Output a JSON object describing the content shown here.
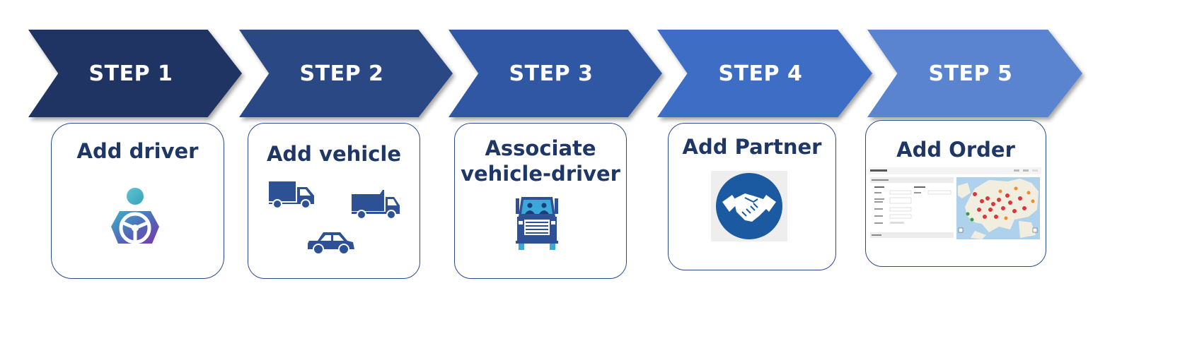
{
  "steps": [
    {
      "label": "STEP 1",
      "color": "#1f3462",
      "card_title": "Add driver",
      "icon": "driver-steering-wheel-icon"
    },
    {
      "label": "STEP 2",
      "color": "#2a4883",
      "card_title": "Add vehicle",
      "icon": "vehicles-icon"
    },
    {
      "label": "STEP 3",
      "color": "#3057a4",
      "card_title_line1": "Associate",
      "card_title_line2": "vehicle-driver",
      "icon": "truck-with-drivers-icon"
    },
    {
      "label": "STEP 4",
      "color": "#3e6dc6",
      "card_title": "Add Partner",
      "icon": "handshake-icon"
    },
    {
      "label": "STEP 5",
      "color": "#5a84d0",
      "card_title": "Add Order",
      "icon": "order-form-map-screenshot"
    }
  ],
  "colors": {
    "card_border": "#2b4a8c",
    "title_text": "#1f3766",
    "icon_blue": "#2e5196"
  }
}
